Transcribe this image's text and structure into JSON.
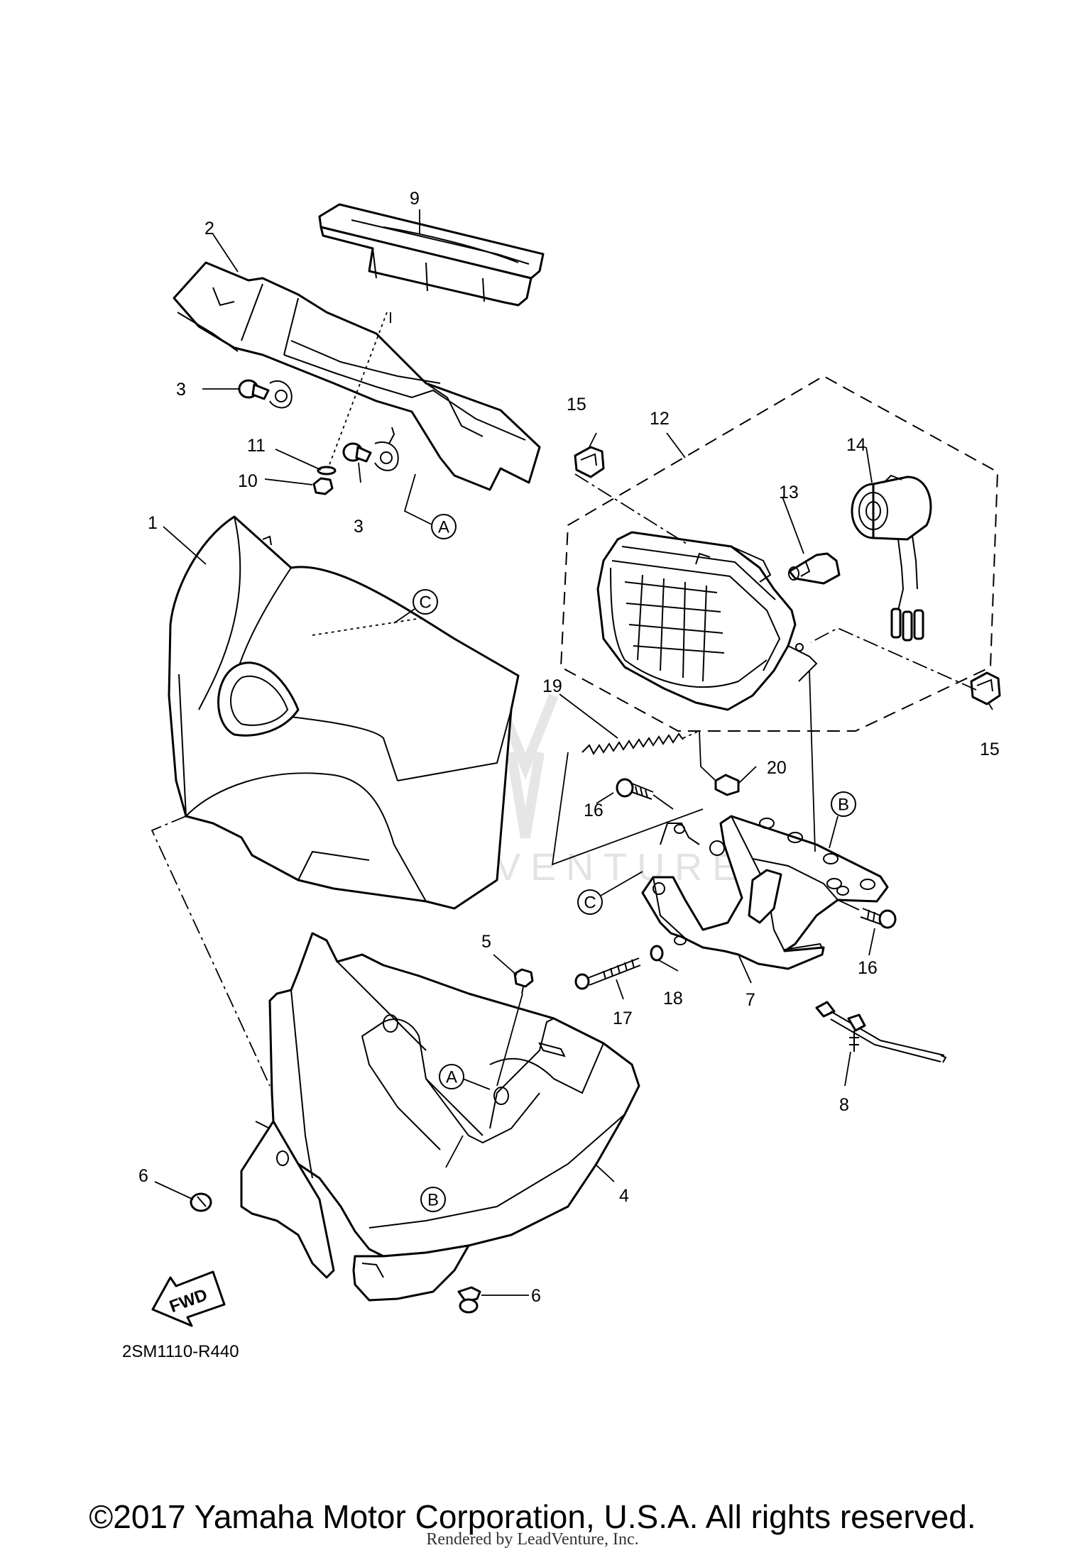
{
  "labels": {
    "p1": "1",
    "p2": "2",
    "p3a": "3",
    "p3b": "3",
    "p4": "4",
    "p5": "5",
    "p6a": "6",
    "p6b": "6",
    "p7": "7",
    "p8": "8",
    "p9": "9",
    "p10": "10",
    "p11": "11",
    "p12": "12",
    "p13": "13",
    "p14": "14",
    "p15a": "15",
    "p15b": "15",
    "p16a": "16",
    "p16b": "16",
    "p17": "17",
    "p18": "18",
    "p19": "19",
    "p20": "20"
  },
  "refs": {
    "a1": "A",
    "a2": "A",
    "b1": "B",
    "b2": "B",
    "c1": "C",
    "c2": "C"
  },
  "fwd": "FWD",
  "diagram_code": "2SM1110-R440",
  "watermark": "LEADVENTURE",
  "copyright": "©2017 Yamaha Motor Corporation, U.S.A. All rights reserved.",
  "rendered_by": "Rendered by LeadVenture, Inc."
}
